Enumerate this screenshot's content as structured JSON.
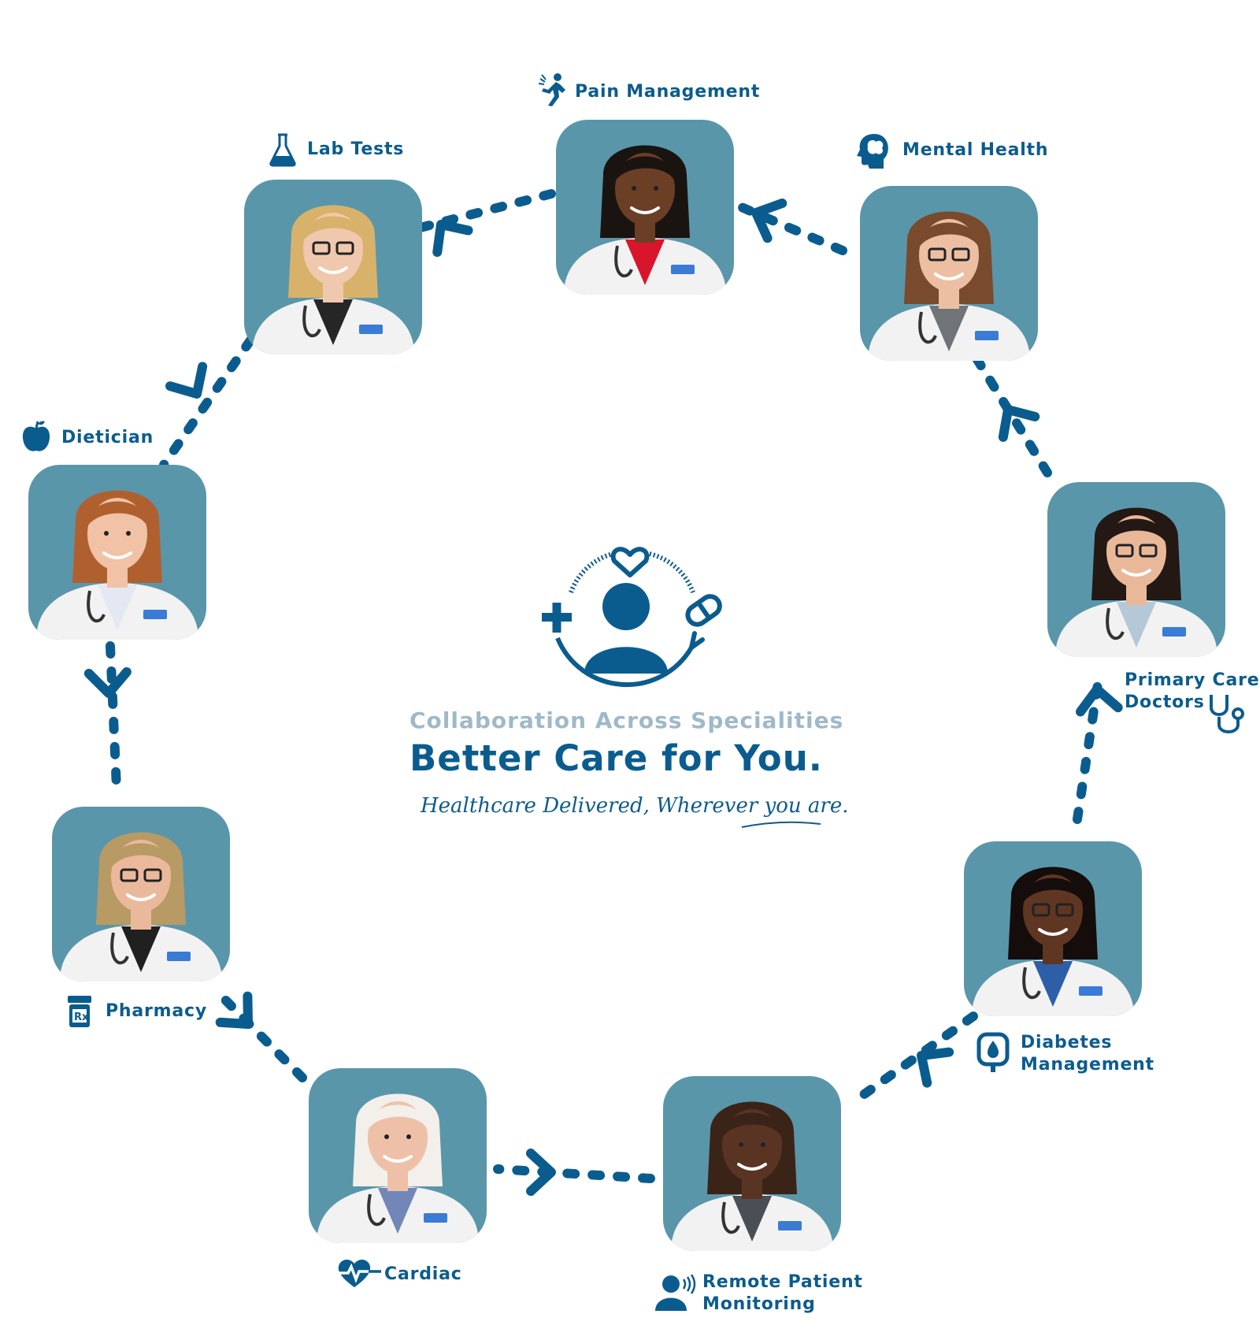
{
  "center": {
    "subtitle": "Collaboration Across Specialities",
    "title": "Better Care for You.",
    "tagline": "Healthcare Delivered, Wherever you are."
  },
  "colors": {
    "primary": "#0b5c8e",
    "card_bg": "#5a96aa",
    "subtitle": "#9fb9c8",
    "coat": "#f2f2f2"
  },
  "specialties": [
    {
      "id": "pain-management",
      "label": "Pain Management",
      "icon": "running-person-pain-icon",
      "skin": "#6b3e26",
      "hair": "#1a1411",
      "shirt": "#d9152b",
      "glasses": false
    },
    {
      "id": "lab-tests",
      "label": "Lab Tests",
      "icon": "flask-icon",
      "skin": "#f0c8ae",
      "hair": "#d8b26a",
      "shirt": "#262626",
      "glasses": true
    },
    {
      "id": "dietician",
      "label": "Dietician",
      "icon": "apple-icon",
      "skin": "#f1c2a6",
      "hair": "#b0602e",
      "shirt": "#e4e8f2",
      "glasses": false
    },
    {
      "id": "pharmacy",
      "label": "Pharmacy",
      "icon": "rx-bottle-icon",
      "skin": "#eab99c",
      "hair": "#b89a64",
      "shirt": "#202020",
      "glasses": true
    },
    {
      "id": "cardiac",
      "label": "Cardiac",
      "icon": "heart-pulse-icon",
      "skin": "#efc0a8",
      "hair": "#f3efea",
      "shirt": "#7286b8",
      "glasses": false
    },
    {
      "id": "remote-patient-monitoring",
      "label": "Remote Patient\nMonitoring",
      "icon": "person-signal-icon",
      "skin": "#5a3422",
      "hair": "#3a2418",
      "shirt": "#4a4e55",
      "glasses": false
    },
    {
      "id": "diabetes-management",
      "label": "Diabetes\nManagement",
      "icon": "glucose-meter-icon",
      "skin": "#5e3622",
      "hair": "#140d0b",
      "shirt": "#2d5fa8",
      "glasses": true
    },
    {
      "id": "primary-care-doctors",
      "label": "Primary Care\nDoctors",
      "icon": "stethoscope-icon",
      "skin": "#e8b898",
      "hair": "#241814",
      "shirt": "#b5c8d8",
      "glasses": true
    },
    {
      "id": "mental-health",
      "label": "Mental Health",
      "icon": "head-brain-icon",
      "skin": "#edbfa2",
      "hair": "#7a4a2c",
      "shirt": "#707478",
      "glasses": true
    }
  ]
}
